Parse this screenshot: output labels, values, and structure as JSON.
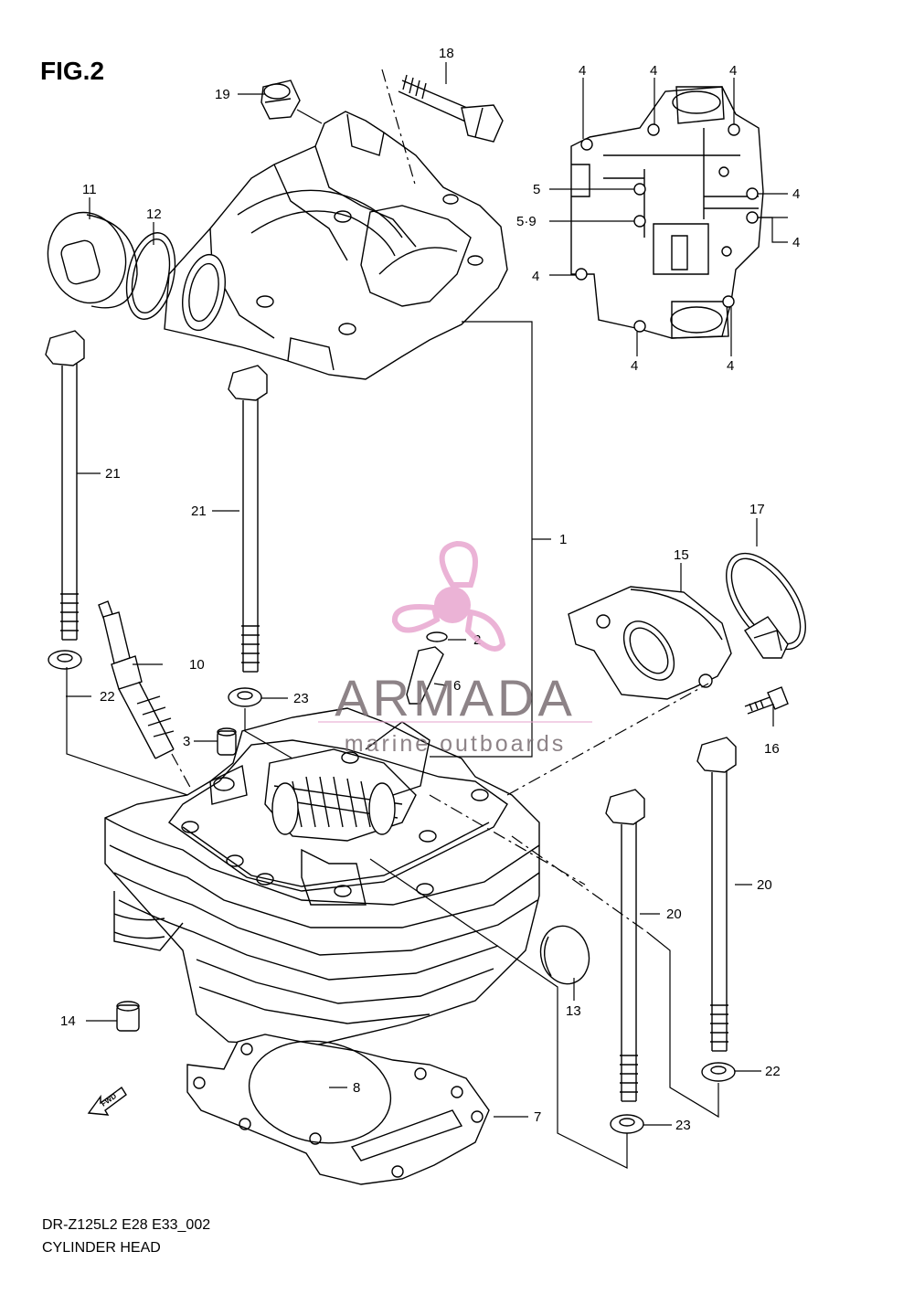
{
  "figure": {
    "title": "FIG.2",
    "model_code": "DR-Z125L2 E28 E33_002",
    "caption": "CYLINDER HEAD"
  },
  "watermark": {
    "brand": "ARMADA",
    "tagline": "marine outboards",
    "color_brand": "#7a6e73",
    "color_logo": "#e8a6cf"
  },
  "callouts": {
    "c1": "1",
    "c2": "2",
    "c3": "3",
    "c4a": "4",
    "c4b": "4",
    "c4c": "4",
    "c4d": "4",
    "c4e": "4",
    "c4f": "4",
    "c4g": "4",
    "c4h": "4",
    "c5": "5",
    "c59": "5·9",
    "c6": "6",
    "c7": "7",
    "c8": "8",
    "c10": "10",
    "c11": "11",
    "c12": "12",
    "c13": "13",
    "c14": "14",
    "c15": "15",
    "c16": "16",
    "c17": "17",
    "c18": "18",
    "c19": "19",
    "c20a": "20",
    "c20b": "20",
    "c21a": "21",
    "c21b": "21",
    "c22a": "22",
    "c22b": "22",
    "c23a": "23",
    "c23b": "23"
  },
  "fwd_label": "FWD"
}
